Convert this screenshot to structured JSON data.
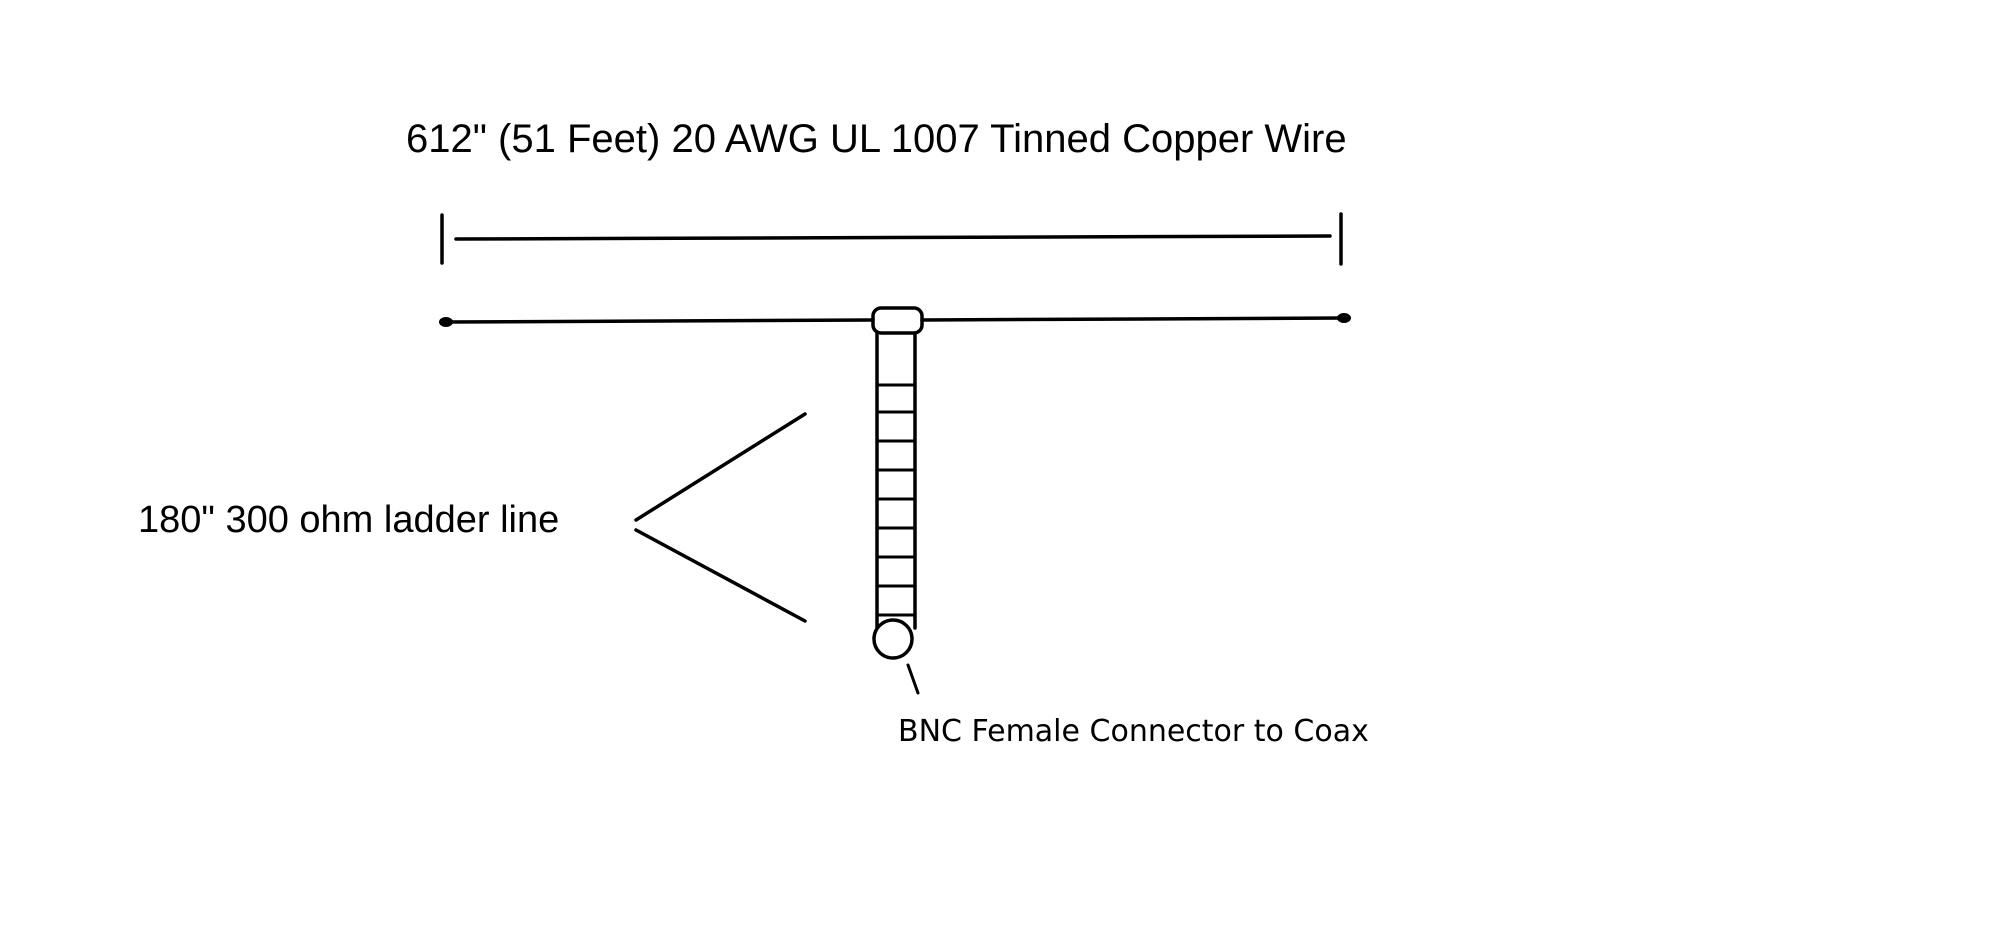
{
  "diagram": {
    "wire_label": "612\" (51 Feet) 20 AWG UL 1007 Tinned Copper Wire",
    "ladder_label": "180\" 300 ohm ladder line",
    "connector_label": "BNC Female Connector to Coax"
  }
}
